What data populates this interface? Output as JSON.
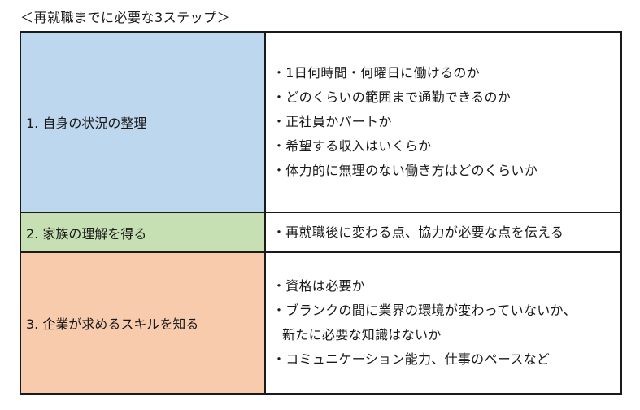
{
  "title": "＜再就職までに必要な3ステップ＞",
  "steps": [
    {
      "label": "1.  自身の状況の整理",
      "bg": "#bdd7ee",
      "details": [
        "・1日何時間・何曜日に働けるのか",
        "・どのくらいの範囲まで通勤できるのか",
        "・正社員かパートか",
        "・希望する収入はいくらか",
        "・体力的に無理のない働き方はどのくらいか"
      ]
    },
    {
      "label": "2.  家族の理解を得る",
      "bg": "#c6e0b4",
      "details": [
        "・再就職後に変わる点、協力が必要な点を伝える"
      ]
    },
    {
      "label": "3.  企業が求めるスキルを知る",
      "bg": "#f8cbad",
      "details": [
        "・資格は必要か",
        "・ブランクの間に業界の環境が変わっていないか、",
        "新たに必要な知識はないか",
        "・コミュニケーション能力、仕事のペースなど"
      ]
    }
  ]
}
